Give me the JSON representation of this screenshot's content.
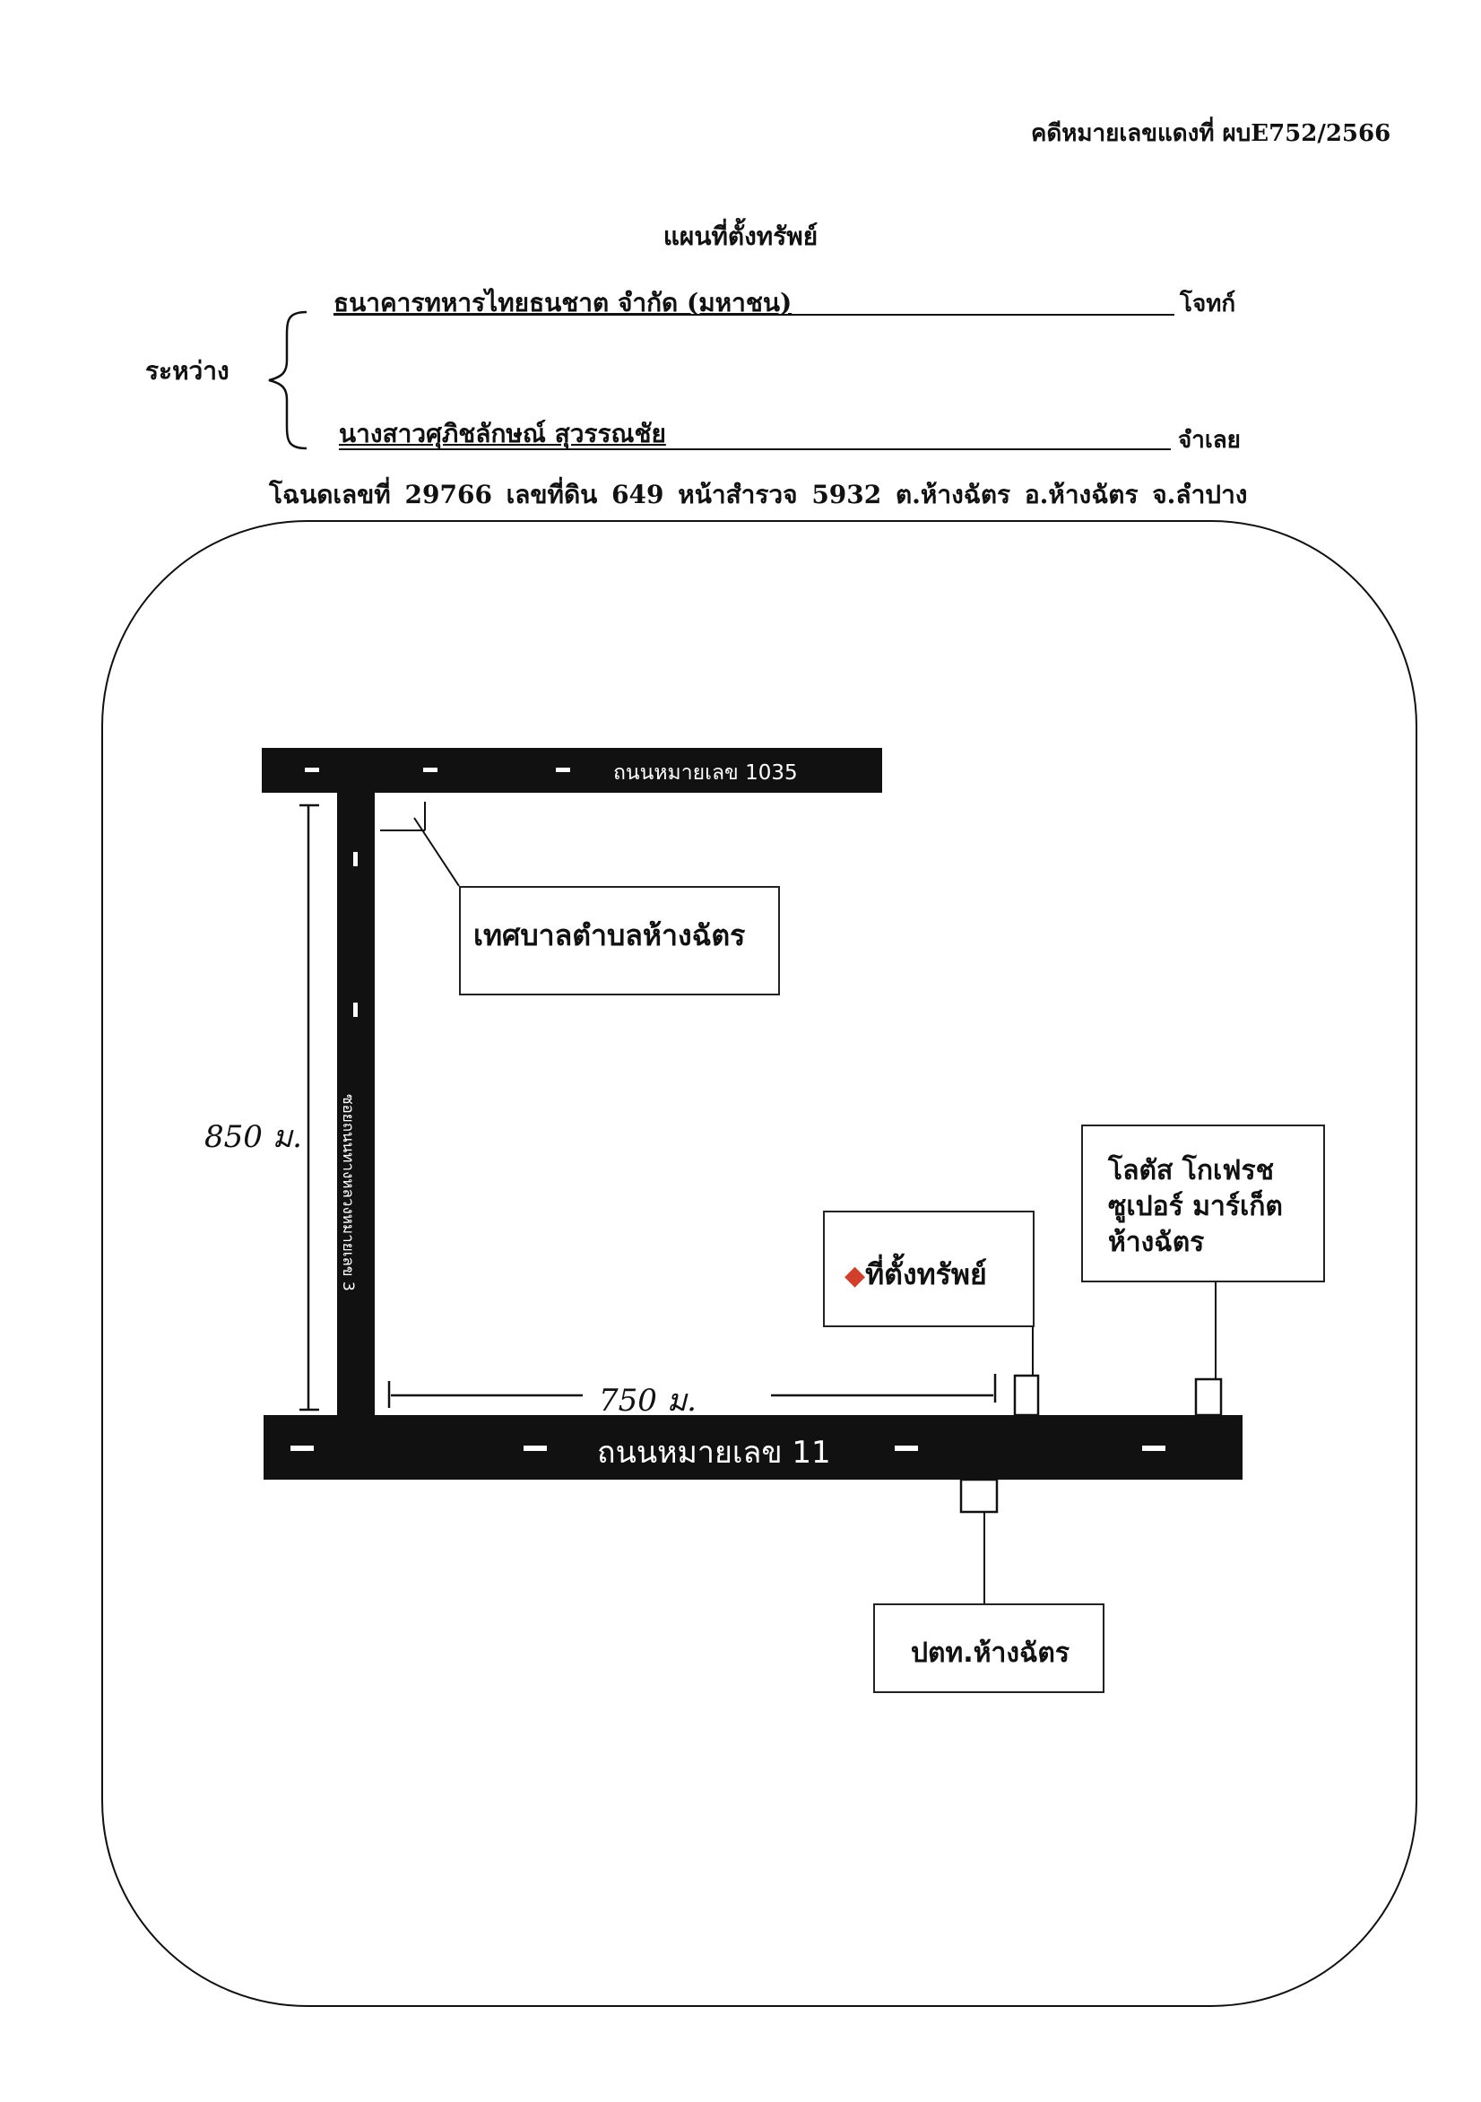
{
  "header": {
    "case_number": "คดีหมายเลขแดงที่ ผบE752/2566",
    "title": "แผนที่ตั้งทรัพย์",
    "between_label": "ระหว่าง",
    "plaintiff": {
      "name": "ธนาคารทหารไทยธนชาต จำกัด (มหาชน)",
      "role": "โจทก์"
    },
    "defendant": {
      "name": "นางสาวศุภิชลักษณ์ สุวรรณชัย",
      "role": "จำเลย"
    },
    "deed_line": "โฉนดเลขที่ 29766 เลขที่ดิน 649 หน้าสำรวจ 5932 ต.ห้างฉัตร อ.ห้างฉัตร จ.ลำปาง"
  },
  "map": {
    "roads": {
      "top_road": "ถนนหมายเลข 1035",
      "bottom_road": "ถนนหมายเลข 11",
      "side_road": "ซอยถนนทางหลวงหมายเลข 3"
    },
    "landmarks": {
      "municipality": "เทศบาลตำบลห้างฉัตร",
      "property": "ที่ตั้งทรัพย์",
      "lotus_line1": "โลตัส โกเฟรช",
      "lotus_line2": "ซูเปอร์ มาร์เก็ต",
      "lotus_line3": "ห้างฉัตร",
      "ptt": "ปตท.ห้างฉัตร"
    },
    "distances": {
      "vertical": "850 ม.",
      "horizontal": "750 ม."
    },
    "colors": {
      "road": "#111111",
      "property_marker": "#d0402b"
    },
    "icons": {
      "property_marker": "diamond-icon"
    }
  }
}
